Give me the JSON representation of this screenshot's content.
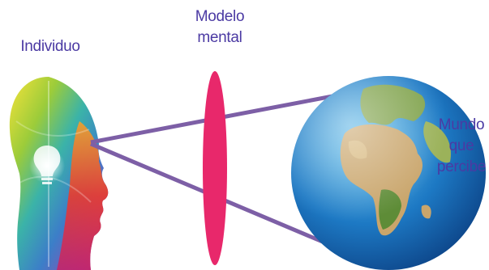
{
  "labels": {
    "individual": "Individuo",
    "model_line1": "Modelo",
    "model_line2": "mental",
    "world_line1": "Mundo",
    "world_line2": "que",
    "world_line3": "percibe"
  },
  "colors": {
    "label_text": "#4b3aa3",
    "lines": "#7d5fa6",
    "lens": "#e8286b"
  },
  "icons": [
    "colorful-head-icon",
    "lightbulb-icon",
    "globe-icon"
  ]
}
